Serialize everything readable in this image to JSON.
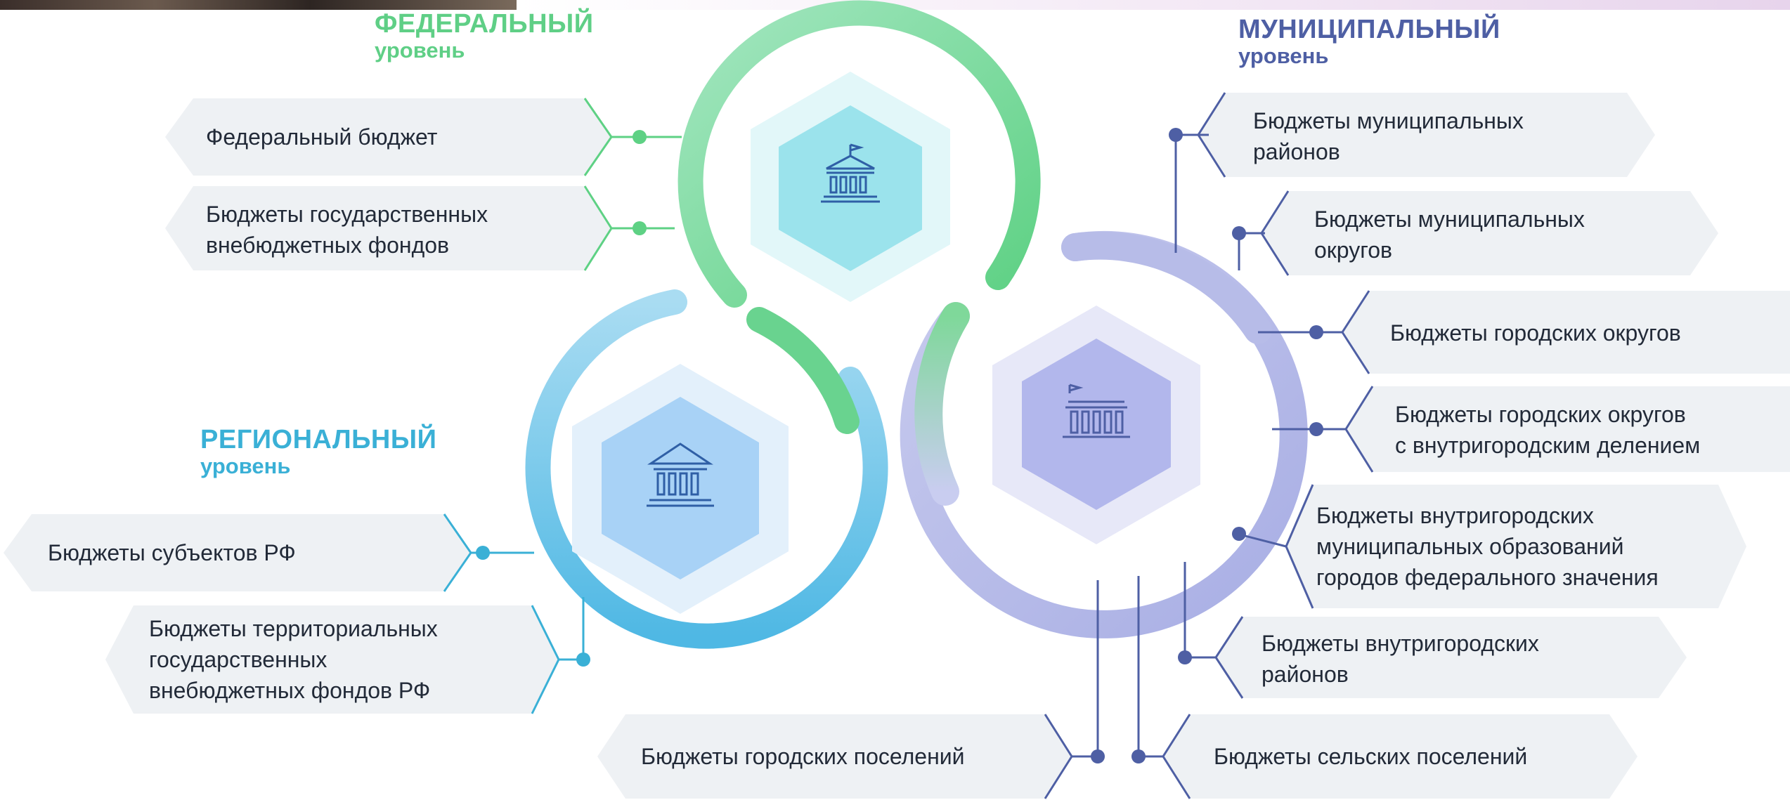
{
  "levels": {
    "federal": {
      "title": "ФЕДЕРАЛЬНЫЙ",
      "subtitle": "уровень",
      "color": "#5fcf86"
    },
    "regional": {
      "title": "РЕГИОНАЛЬНЫЙ",
      "subtitle": "уровень",
      "color": "#3ab0d6"
    },
    "municipal": {
      "title": "МУНИЦИПАЛЬНЫЙ",
      "subtitle": "уровень",
      "color": "#4e5fa4"
    }
  },
  "icons": {
    "federal": "government-building-icon",
    "regional": "columns-building-icon",
    "municipal": "municipal-building-icon"
  },
  "items": {
    "federal": [
      "Федеральный бюджет",
      "Бюджеты государственных\nвнебюджетных фондов"
    ],
    "regional": [
      "Бюджеты субъектов РФ",
      "Бюджеты территориальных\nгосударственных\nвнебюджетных фондов РФ"
    ],
    "municipal": [
      "Бюджеты муниципальных\nрайонов",
      "Бюджеты муниципальных\nокругов",
      "Бюджеты городских округов",
      "Бюджеты городских округов\nс внутригородским делением",
      "Бюджеты внутригородских\nмуниципальных образований\nгородов федерального значения",
      "Бюджеты внутригородских\nрайонов",
      "Бюджеты сельских поселений",
      "Бюджеты городских поселений"
    ]
  }
}
